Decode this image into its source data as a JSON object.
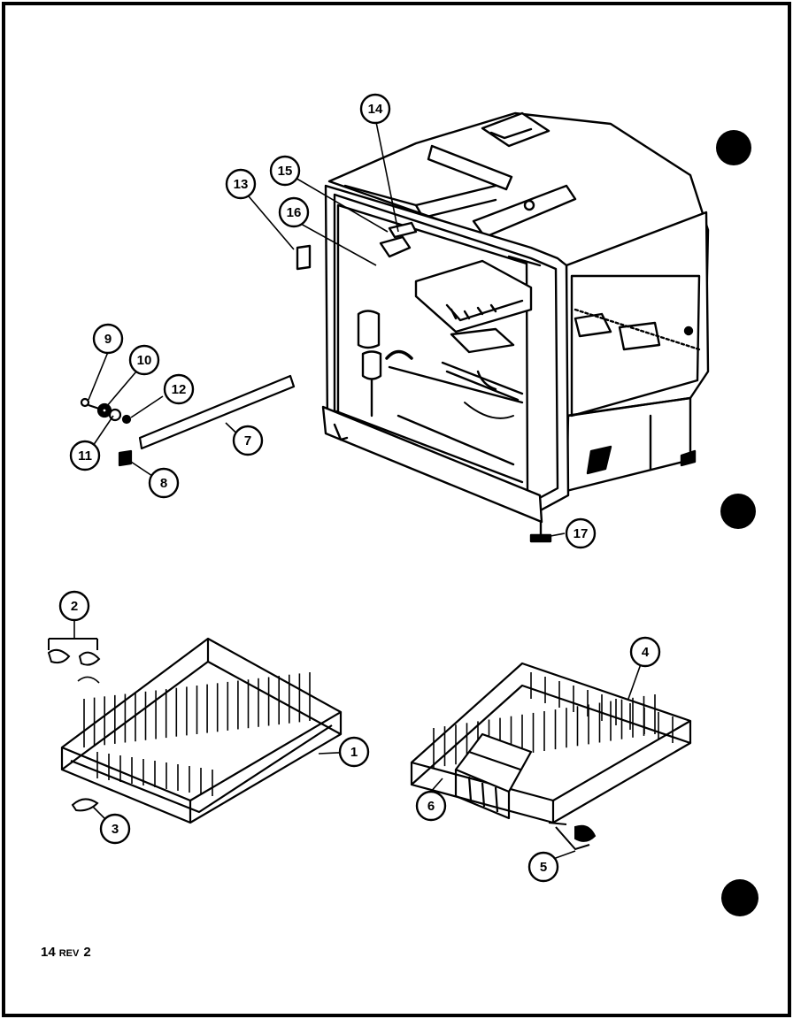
{
  "callouts": [
    {
      "id": "c1",
      "label": "1"
    },
    {
      "id": "c2",
      "label": "2"
    },
    {
      "id": "c3",
      "label": "3"
    },
    {
      "id": "c4",
      "label": "4"
    },
    {
      "id": "c5",
      "label": "5"
    },
    {
      "id": "c6",
      "label": "6"
    },
    {
      "id": "c7",
      "label": "7"
    },
    {
      "id": "c8",
      "label": "8"
    },
    {
      "id": "c9",
      "label": "9"
    },
    {
      "id": "c10",
      "label": "10"
    },
    {
      "id": "c11",
      "label": "11"
    },
    {
      "id": "c12",
      "label": "12"
    },
    {
      "id": "c13",
      "label": "13"
    },
    {
      "id": "c14",
      "label": "14"
    },
    {
      "id": "c15",
      "label": "15"
    },
    {
      "id": "c16",
      "label": "16"
    },
    {
      "id": "c17",
      "label": "17"
    }
  ],
  "footer": {
    "page": "14",
    "rev": "REV",
    "rev_number": "2"
  }
}
